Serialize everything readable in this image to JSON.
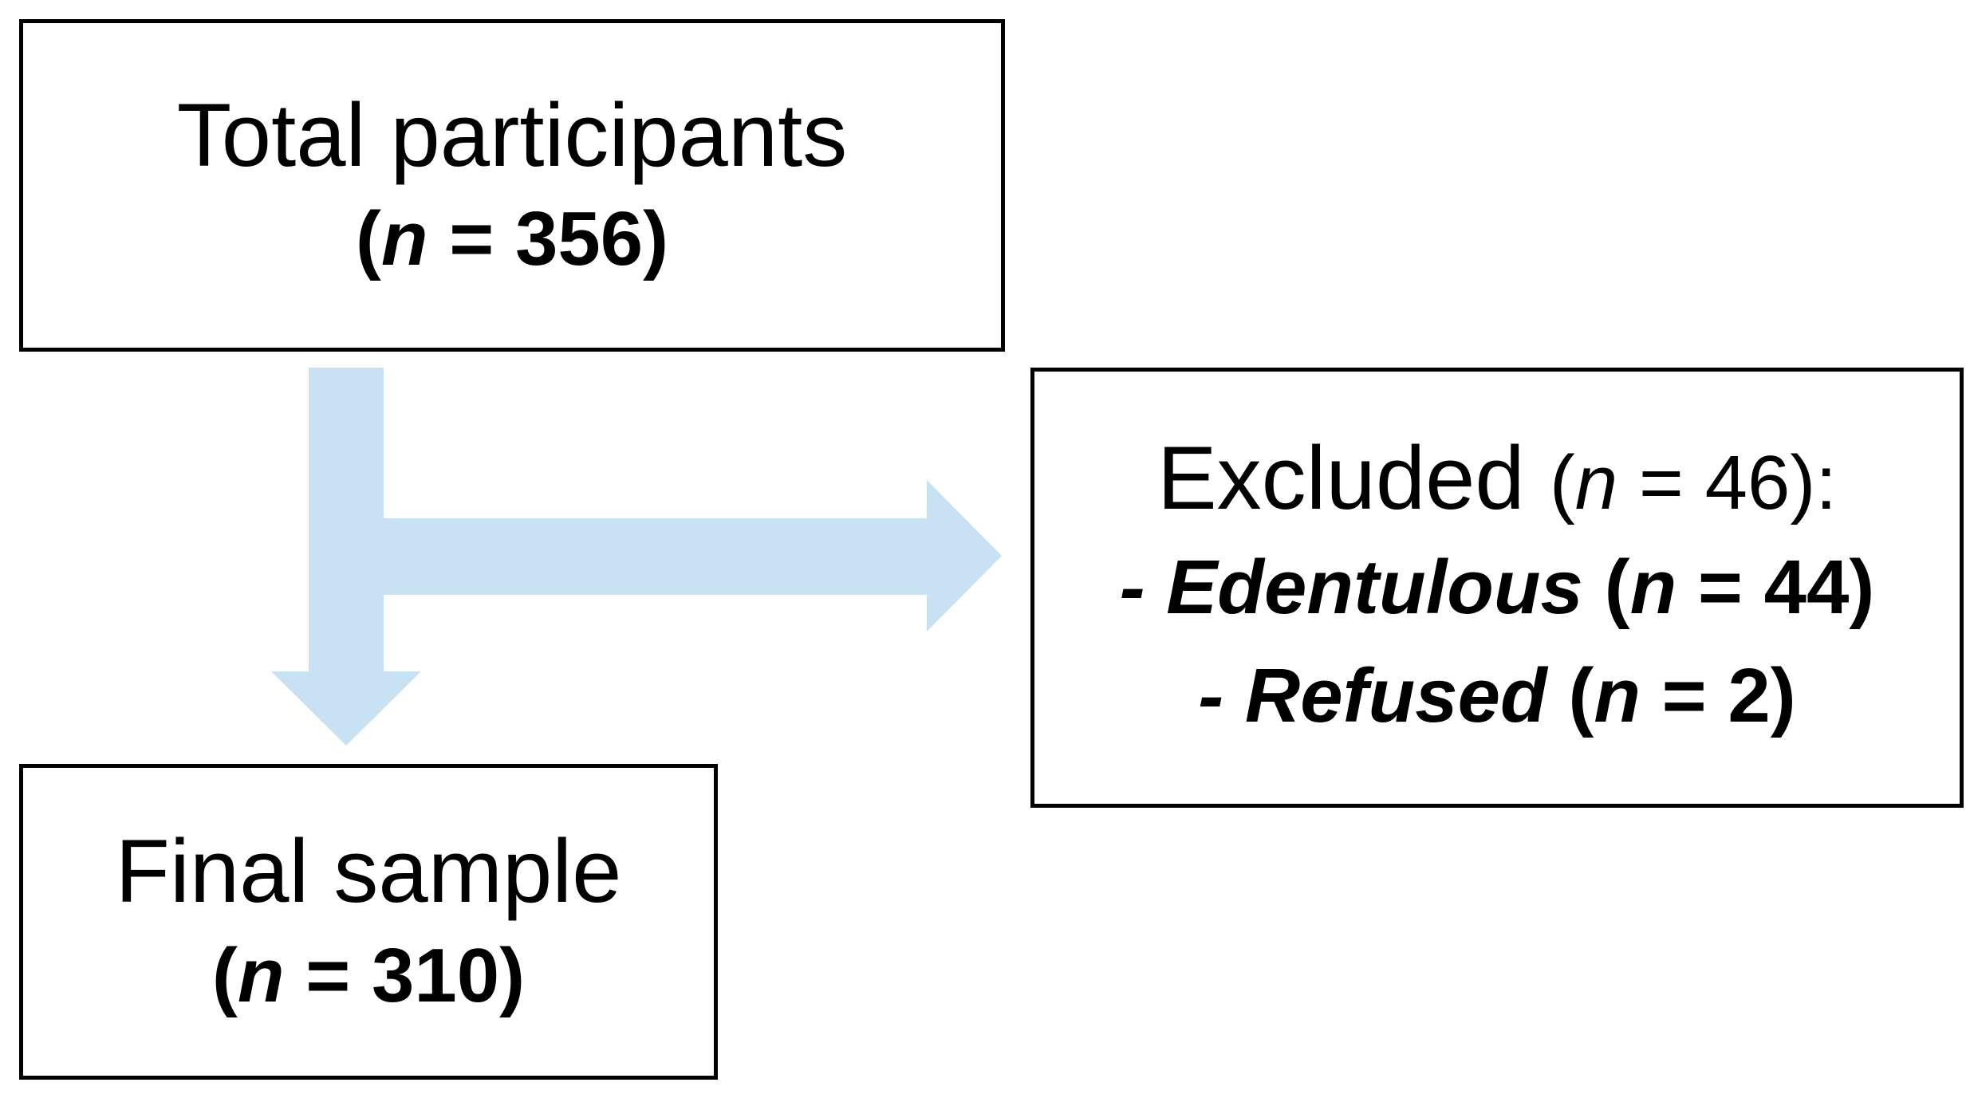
{
  "diagram": {
    "arrow_color": "#c8e2f3",
    "border_color": "#000000",
    "total": {
      "title": "Total participants",
      "open_paren": "(",
      "n_symbol": "n",
      "equals_value": " = 356",
      "close_paren": ")"
    },
    "excluded": {
      "title": "Excluded ",
      "count_open": "(",
      "n_symbol": "n",
      "count_rest": " = 46):",
      "items": [
        {
          "dash": "- ",
          "label": "Edentulous",
          "open_paren": " (",
          "n_symbol": "n",
          "equals_value": " = 44",
          "close_paren": ")"
        },
        {
          "dash": "- ",
          "label": "Refused",
          "open_paren": " (",
          "n_symbol": "n",
          "equals_value": " = 2",
          "close_paren": ")"
        }
      ]
    },
    "final": {
      "title": "Final sample",
      "open_paren": "(",
      "n_symbol": "n",
      "equals_value": " = 310",
      "close_paren": ")"
    }
  }
}
